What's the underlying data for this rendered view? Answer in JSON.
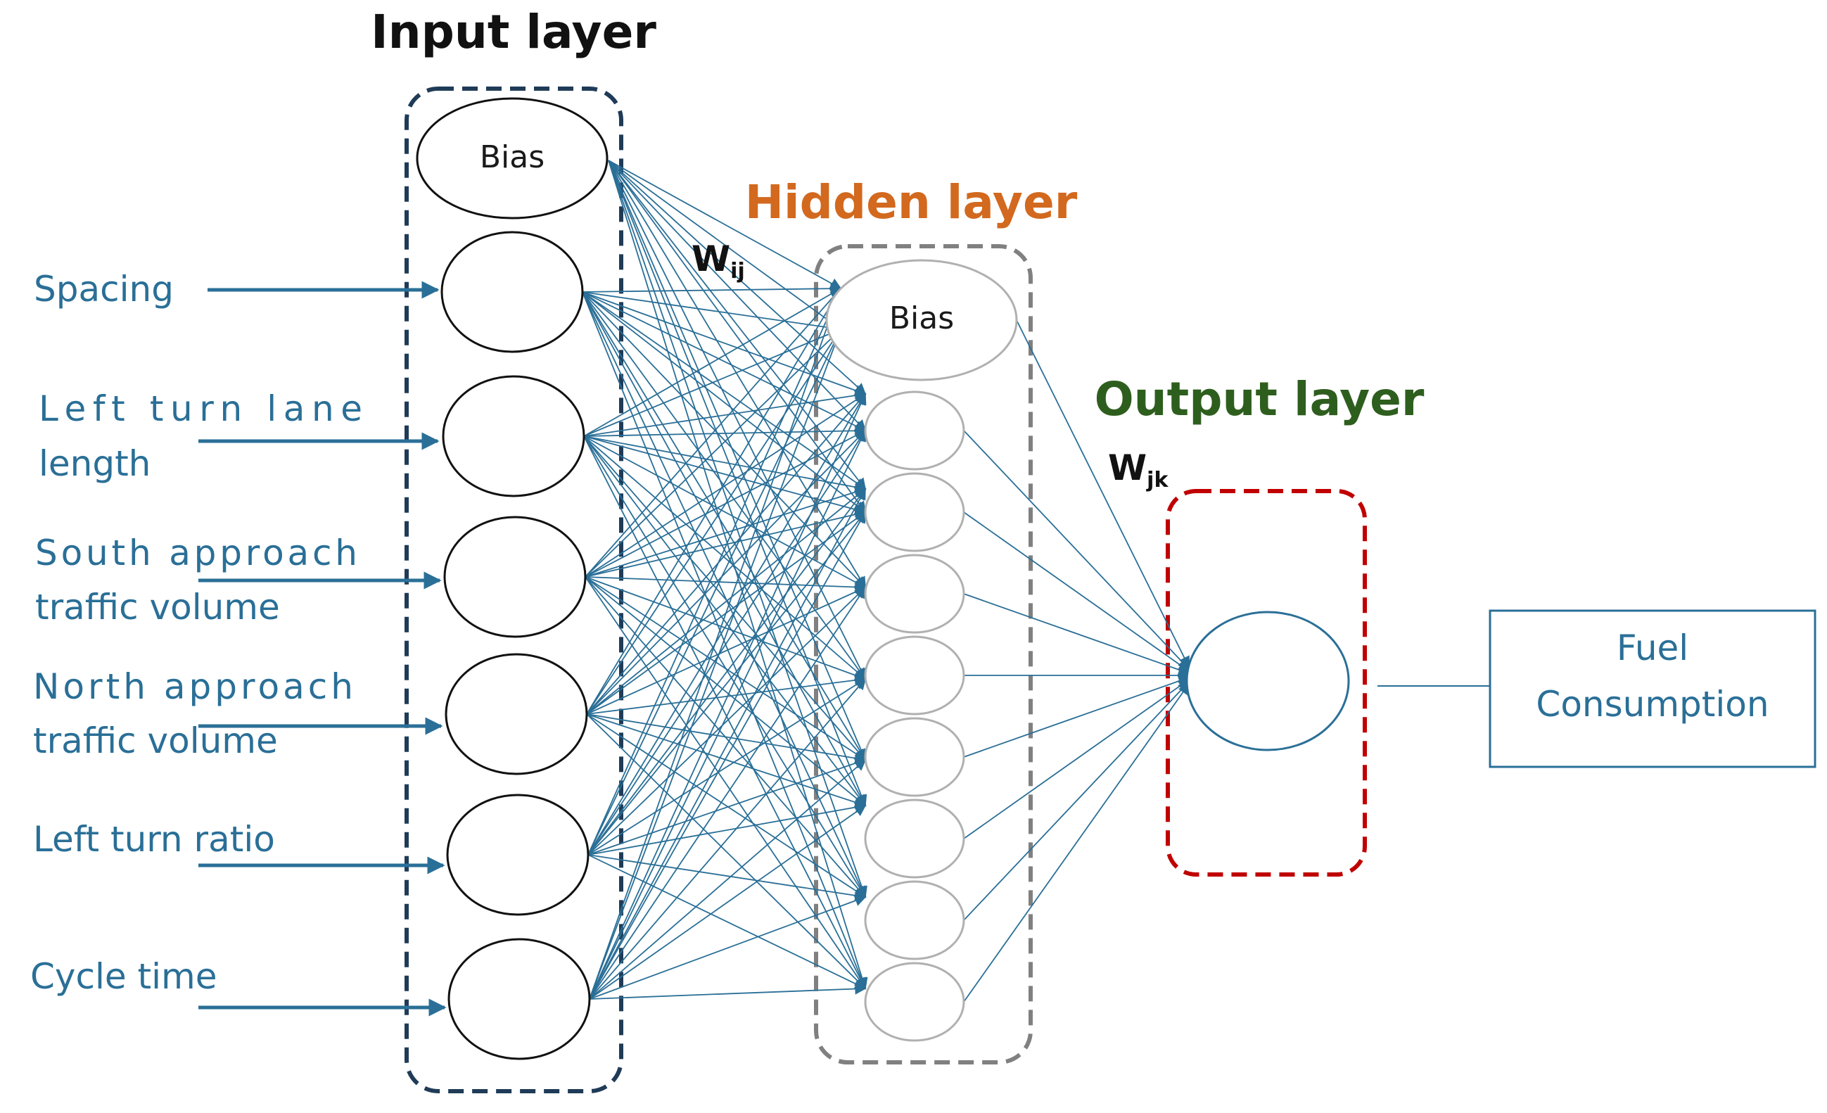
{
  "titles": {
    "input": "Input layer",
    "hidden": "Hidden layer",
    "output": "Output layer"
  },
  "weights": {
    "wij_main": "W",
    "wij_sub": "ij",
    "wjk_main": "W",
    "wjk_sub": "jk"
  },
  "bias_labels": {
    "input": "Bias",
    "hidden": "Bias"
  },
  "inputs": [
    {
      "lines": [
        "Spacing"
      ]
    },
    {
      "lines": [
        "Left turn lane",
        "length"
      ]
    },
    {
      "lines": [
        "South approach",
        "traffic volume"
      ]
    },
    {
      "lines": [
        "North approach",
        "traffic volume"
      ]
    },
    {
      "lines": [
        "Left turn ratio"
      ]
    },
    {
      "lines": [
        "Cycle time"
      ]
    }
  ],
  "hidden_count": 8,
  "output": {
    "lines": [
      "Fuel",
      "Consumption"
    ]
  },
  "colors": {
    "input_box": "#1f3b57",
    "hidden_box": "#808080",
    "output_box": "#c00000",
    "hidden_title": "#d2691e",
    "output_title": "#2e5e1e",
    "link": "#2a6f97",
    "label": "#2a6f97"
  }
}
